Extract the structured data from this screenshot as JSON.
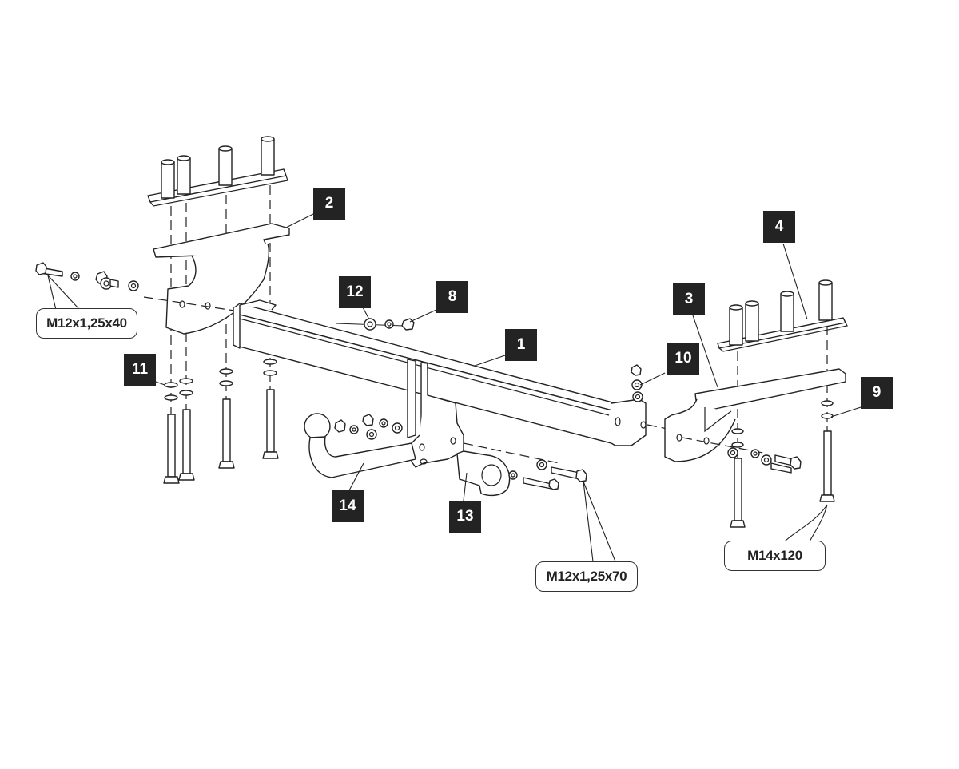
{
  "diagram": {
    "title": "Tow bar exploded assembly diagram",
    "callouts": [
      {
        "id": "1",
        "part": "main-crossbar"
      },
      {
        "id": "2",
        "part": "left-mounting-bracket"
      },
      {
        "id": "3",
        "part": "right-mounting-bracket"
      },
      {
        "id": "4",
        "part": "right-spacer-plate"
      },
      {
        "id": "8",
        "part": "nut"
      },
      {
        "id": "9",
        "part": "washers-right"
      },
      {
        "id": "10",
        "part": "nut-washer-right"
      },
      {
        "id": "11",
        "part": "washers-left"
      },
      {
        "id": "12",
        "part": "washer"
      },
      {
        "id": "13",
        "part": "socket-plate"
      },
      {
        "id": "14",
        "part": "tow-ball-neck"
      }
    ],
    "specs": {
      "bolt_left": "M12x1,25x40",
      "bolt_center": "M12x1,25x70",
      "bolt_right": "M14x120"
    },
    "colors": {
      "badge_bg": "#232323",
      "badge_text": "#ffffff",
      "line": "#222222"
    }
  }
}
